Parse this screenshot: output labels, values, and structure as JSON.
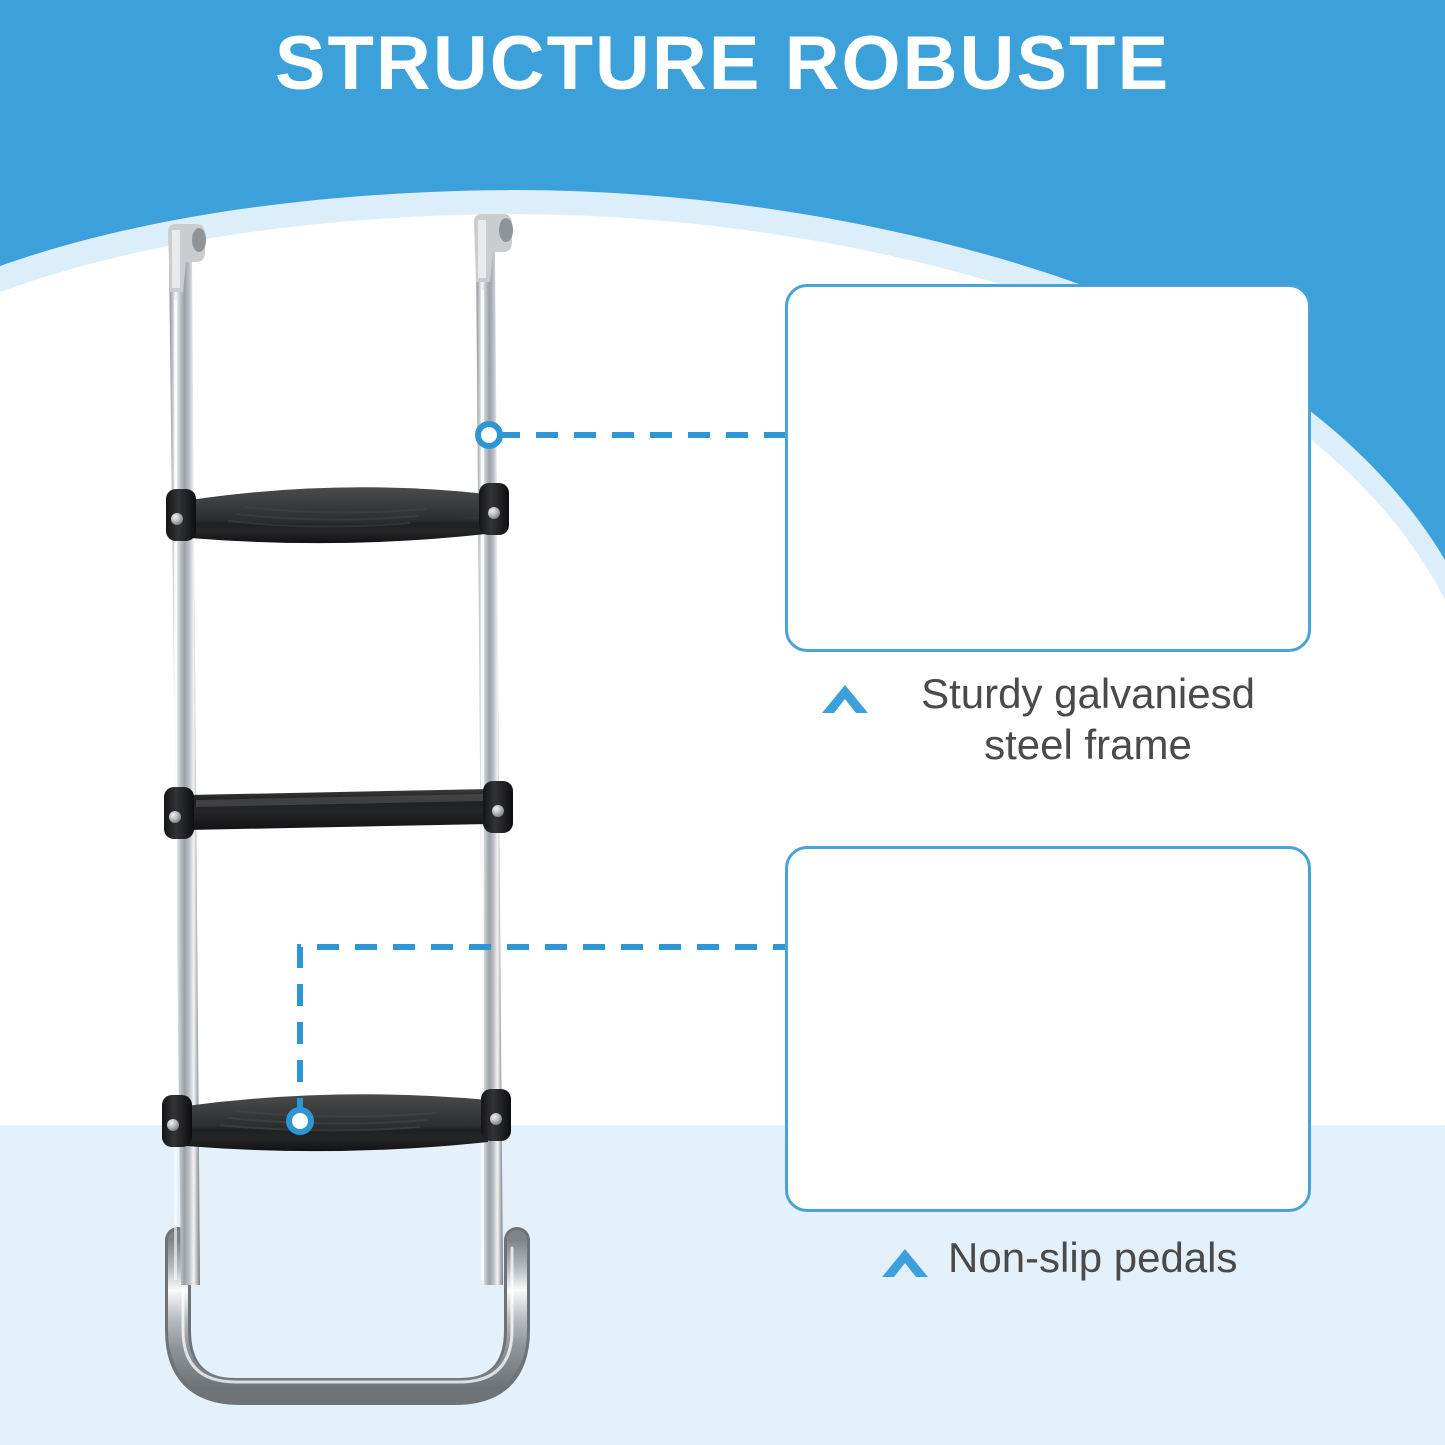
{
  "header": {
    "title": "STRUCTURE ROBUSTE",
    "bg_color": "#3CA0DA",
    "accent_pale": "#DCEEF9"
  },
  "theme": {
    "accent_blue": "#3CA0DA",
    "box_border": "#4AA3D6",
    "connector_blue": "#2E96D4",
    "band_blue": "#E4F1FB",
    "text_gray": "#4a4a4a",
    "steel_light": "#E8E9EB",
    "steel_mid": "#A7ABAF",
    "steel_dark": "#6E7478",
    "plastic_black": "#1C1C1E"
  },
  "product": {
    "name": "trampoline-ladder",
    "rails": 2,
    "steps": 3
  },
  "callouts": [
    {
      "id": "frame",
      "icon": "chevron-up-icon",
      "label_line1": "Sturdy galvaniesd",
      "label_line2": "steel frame",
      "detail": "close-up-steel-tube"
    },
    {
      "id": "pedal",
      "icon": "chevron-up-icon",
      "label_line1": "Non-slip pedals",
      "label_line2": "",
      "detail": "close-up-perforated-step"
    }
  ]
}
